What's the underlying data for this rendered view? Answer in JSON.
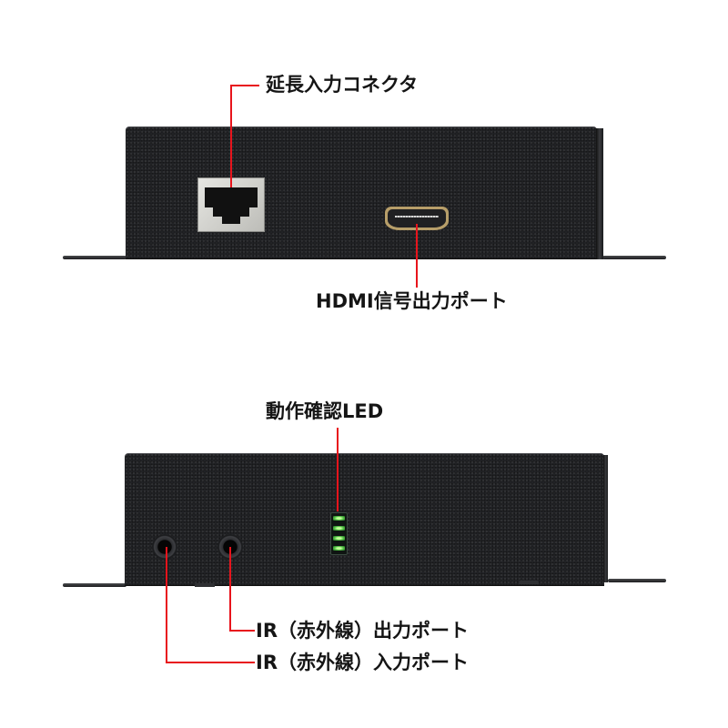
{
  "top_view": {
    "labels": {
      "extension_input": "延長入力コネクタ",
      "hdmi_output": "HDMI信号出力ポート"
    },
    "components": [
      "rj45-port",
      "hdmi-port"
    ]
  },
  "bottom_view": {
    "labels": {
      "status_led": "動作確認LED",
      "ir_output": "IR（赤外線）出力ポート",
      "ir_input": "IR（赤外線）入力ポート"
    },
    "components": [
      "ir-input-jack",
      "ir-output-jack",
      "status-led"
    ],
    "led_count": 4
  },
  "colors": {
    "callout_line": "#e8141c",
    "device_body": "#232427",
    "led_green": "#52c244",
    "background": "#ffffff"
  }
}
